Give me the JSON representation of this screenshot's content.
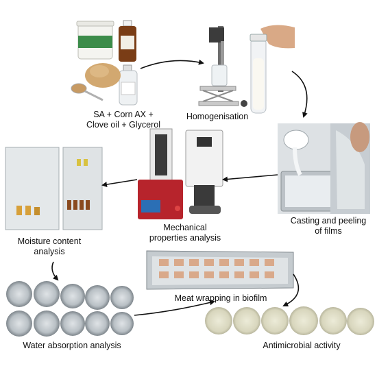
{
  "steps": [
    {
      "id": "ingredients",
      "lines": [
        "SA + Corn AX +",
        "Clove oil + Glycerol"
      ]
    },
    {
      "id": "homogenisation",
      "lines": [
        "Homogenisation"
      ]
    },
    {
      "id": "casting",
      "lines": [
        "Casting and peeling",
        "of films"
      ]
    },
    {
      "id": "mechanical",
      "lines": [
        "Mechanical",
        "properties analysis"
      ]
    },
    {
      "id": "moisture",
      "lines": [
        "Moisture content",
        "analysis"
      ]
    },
    {
      "id": "water",
      "lines": [
        "Water absorption analysis"
      ]
    },
    {
      "id": "meat",
      "lines": [
        "Meat wrapping in biofilm"
      ]
    },
    {
      "id": "antimicrobial",
      "lines": [
        "Antimicrobial activity"
      ]
    }
  ],
  "colors": {
    "arrow": "#111111",
    "text": "#111111"
  }
}
